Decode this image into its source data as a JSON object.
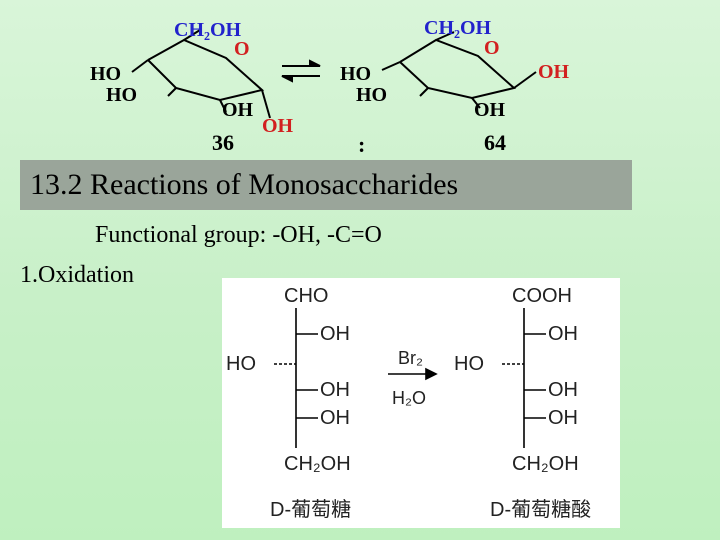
{
  "equilibrium": {
    "left_sugar": {
      "ch2oh": "CH₂OH",
      "ring_o": "O",
      "ho_top": "HO",
      "ho_bottom": "HO",
      "oh_bottom": "OH",
      "oh_anomeric": "OH"
    },
    "right_sugar": {
      "ch2oh": "CH₂OH",
      "ring_o": "O",
      "ho_top": "HO",
      "ho_bottom": "HO",
      "oh_bottom": "OH",
      "oh_anomeric": "OH"
    },
    "ratio_left": "36",
    "ratio_sep": ":",
    "ratio_right": "64",
    "colors": {
      "label_blue": "#2222cc",
      "label_red": "#d22020"
    }
  },
  "heading": {
    "title": "13.2 Reactions of Monosaccharides",
    "bar_color": "#9aa59a"
  },
  "subtitle": "Functional group: -OH, -C=O",
  "section_title": "1.Oxidation",
  "reaction": {
    "reactant": {
      "top": "CHO",
      "rows": [
        "OH",
        "HO",
        "OH",
        "OH"
      ],
      "bottom": "CH₂OH",
      "name": "D-葡萄糖"
    },
    "reagent_top": "Br₂",
    "reagent_bottom": "H₂O",
    "product": {
      "top": "COOH",
      "rows": [
        "OH",
        "HO",
        "OH",
        "OH"
      ],
      "bottom": "CH₂OH",
      "name": "D-葡萄糖酸"
    }
  }
}
